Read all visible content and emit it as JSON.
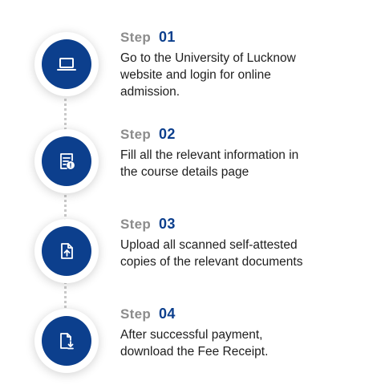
{
  "steps": [
    {
      "label": "Step",
      "number": "01",
      "icon": "laptop-icon",
      "lines": [
        "Go to the University of Lucknow",
        "website and login for online",
        "admission."
      ]
    },
    {
      "label": "Step",
      "number": "02",
      "icon": "form-details-icon",
      "lines": [
        "Fill all the relevant information in",
        "the course details page"
      ]
    },
    {
      "label": "Step",
      "number": "03",
      "icon": "document-upload-icon",
      "lines": [
        "Upload all scanned self-attested",
        "copies of the relevant documents"
      ]
    },
    {
      "label": "Step",
      "number": "04",
      "icon": "document-download-icon",
      "lines": [
        "After successful payment,",
        "download the Fee Receipt."
      ]
    }
  ],
  "colors": {
    "accent": "#0c3f8d",
    "step_label": "#8c8c8c",
    "text": "#1e1e1e",
    "connector": "#c9c9c9"
  }
}
